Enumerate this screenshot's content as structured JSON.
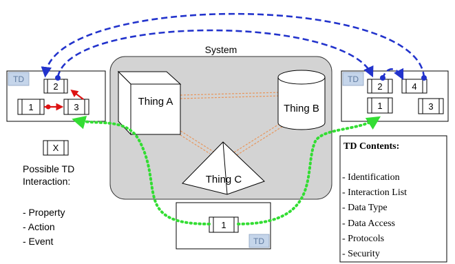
{
  "system": {
    "title": "System",
    "things": {
      "a": "Thing A",
      "b": "Thing B",
      "c": "Thing C"
    }
  },
  "td_badge": "TD",
  "left_td": {
    "interactions": [
      "2",
      "1",
      "3"
    ]
  },
  "right_td": {
    "interactions": [
      "2",
      "4",
      "1",
      "3"
    ]
  },
  "bottom_td": {
    "interactions": [
      "1"
    ]
  },
  "legend": {
    "symbol": "X",
    "title_line1": "Possible TD",
    "title_line2": "Interaction:",
    "items": [
      "- Property",
      "- Action",
      "- Event"
    ]
  },
  "td_contents": {
    "title": "TD Contents:",
    "items": [
      "- Identification",
      "- Interaction List",
      "- Data Type",
      "- Data Access",
      "- Protocols",
      "- Security"
    ]
  },
  "colors": {
    "blue_arrows": "#2233cc",
    "green_arrows": "#33dd33",
    "red_arrows": "#dd1111",
    "thing_links": "#e8955a",
    "system_fill": "#d3d3d3",
    "td_badge_fill": "#c5d5ea"
  }
}
